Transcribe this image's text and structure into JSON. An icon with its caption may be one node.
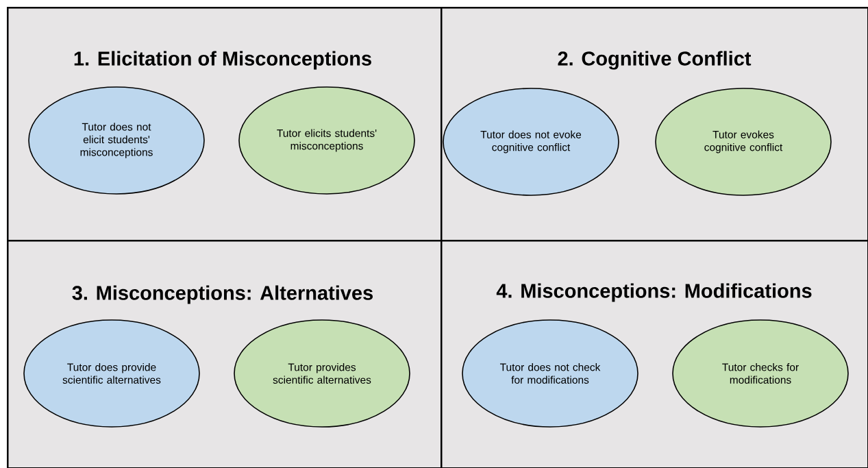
{
  "diagram": {
    "nodes": [
      {
        "text": [
          "1. Elicitation of Misconceptions"
        ]
      },
      {
        "text": [
          "Tutor does not elicit students' misconceptions"
        ],
        "in": 0
      },
      {
        "text": [
          "Tutor elicits students' misconceptions"
        ],
        "in": 0
      },
      {
        "text": [
          "2. Cognitive Conflict"
        ]
      },
      {
        "text": [
          "Tutor does not evoke cognitive conflict"
        ],
        "in": 3
      },
      {
        "text": [
          "Tutor evokes cognitive conflict"
        ],
        "in": 3
      },
      {
        "text": [
          "3. Misconceptions: Alternatives"
        ]
      },
      {
        "text": [
          "Tutor does provide scientific alternatives"
        ],
        "in": 6
      },
      {
        "text": [
          "Tutor provides scientific alternatives"
        ],
        "in": 6
      },
      {
        "text": [
          "4. Misconceptions:  Modifications"
        ]
      },
      {
        "text": [
          "Tutor does not check for modifications"
        ],
        "in": 9
      },
      {
        "text": [
          "Tutor checks for modifications"
        ],
        "in": 9
      }
    ]
  }
}
